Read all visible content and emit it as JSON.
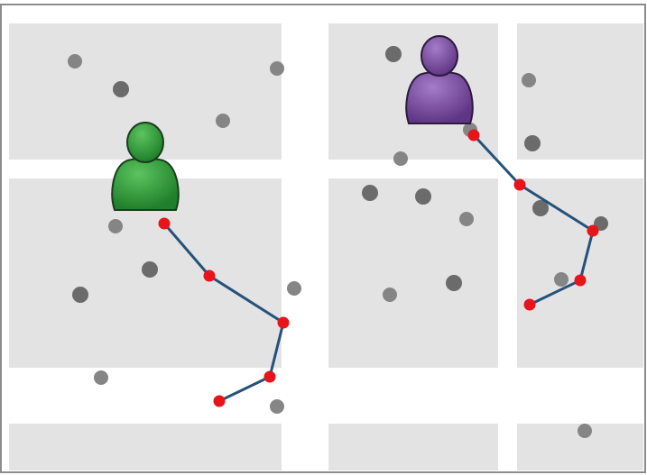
{
  "colors": {
    "background": "#ffffff",
    "frame": "#8c8c8c",
    "block": "#e4e3e4",
    "poi": "#858585",
    "poi_dark": "#6b6b6b",
    "route_line": "#24527a",
    "route_point": "#e8141b",
    "user_green": "#2e9a3a",
    "user_purple": "#7e4ea3"
  },
  "users": [
    {
      "icon": "person-icon",
      "color": "green"
    },
    {
      "icon": "person-icon",
      "color": "purple"
    }
  ],
  "routes": [
    {
      "owner": "green",
      "stops": 5
    },
    {
      "owner": "purple",
      "stops": 5
    }
  ],
  "points_of_interest": 25
}
